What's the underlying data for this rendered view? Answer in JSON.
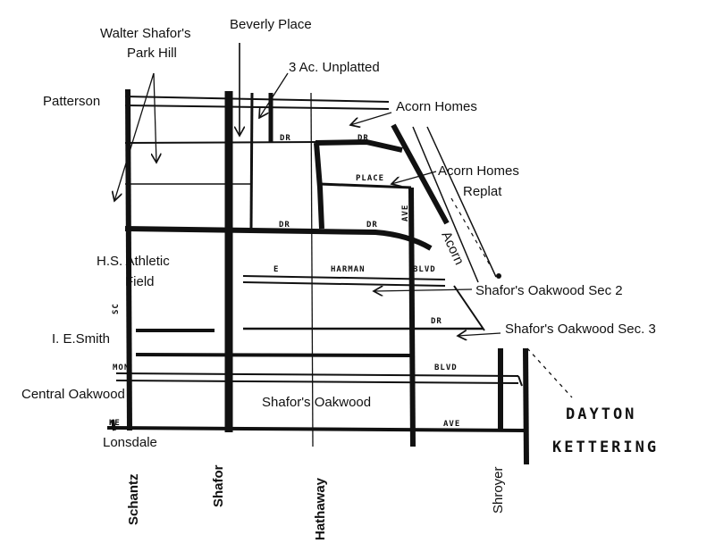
{
  "labels": {
    "walter_shafor_1": "Walter Shafor's",
    "walter_shafor_2": "Park Hill",
    "beverly_place": "Beverly Place",
    "unplatted": "3 Ac. Unplatted",
    "patterson": "Patterson",
    "acorn_homes": "Acorn Homes",
    "acorn_homes_replat_1": "Acorn Homes",
    "acorn_homes_replat_2": "Replat",
    "hs_athletic_1": "H.S. Athletic",
    "hs_athletic_2": "Field",
    "sec2": "Shafor's Oakwood Sec 2",
    "sec3": "Shafor's Oakwood Sec. 3",
    "ie_smith": "I. E.Smith",
    "central_oakwood": "Central Oakwood",
    "shafors_oakwood": "Shafor's Oakwood",
    "lonsdale": "Lonsdale",
    "dayton": "DAYTON",
    "kettering": "KETTERING",
    "acorn_road": "Acorn"
  },
  "street_names": {
    "schantz": "Schantz",
    "shafor": "Shafor",
    "hathaway": "Hathaway",
    "shroyer": "Shroyer"
  },
  "road_marks": {
    "dr_1": "DR",
    "dr_2": "DR",
    "place": "PLACE",
    "dr_3": "DR",
    "dr_4": "DR",
    "ave_1": "AVE",
    "e": "E",
    "harman": "HARMAN",
    "blvd_1": "BLVD",
    "dr_5": "DR",
    "blvd_2": "BLVD",
    "ave_2": "AVE",
    "sc": "SC",
    "mon": "MON",
    "ke": "KE"
  }
}
